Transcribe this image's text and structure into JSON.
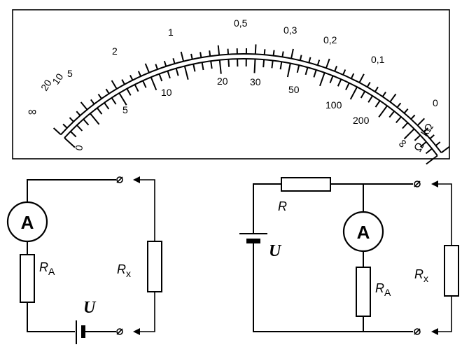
{
  "scale": {
    "outer_labels": [
      "∞",
      "20",
      "10",
      "5",
      "2",
      "1",
      "0,5",
      "0,3",
      "0,2",
      "0,1",
      "0"
    ],
    "outer_unit": "kΩ",
    "inner_labels": [
      "0",
      "5",
      "10",
      "20",
      "30",
      "50",
      "100",
      "200",
      "∞"
    ],
    "inner_unit": "Ω"
  },
  "circuit_series": {
    "meter_label": "A",
    "meter_resistor_label": "R",
    "meter_resistor_sub": "A",
    "unknown_resistor_label": "R",
    "unknown_resistor_sub": "x",
    "source_label": "U"
  },
  "circuit_parallel": {
    "series_resistor_label": "R",
    "meter_label": "A",
    "meter_resistor_label": "R",
    "meter_resistor_sub": "A",
    "unknown_resistor_label": "R",
    "unknown_resistor_sub": "x",
    "source_label": "U"
  }
}
